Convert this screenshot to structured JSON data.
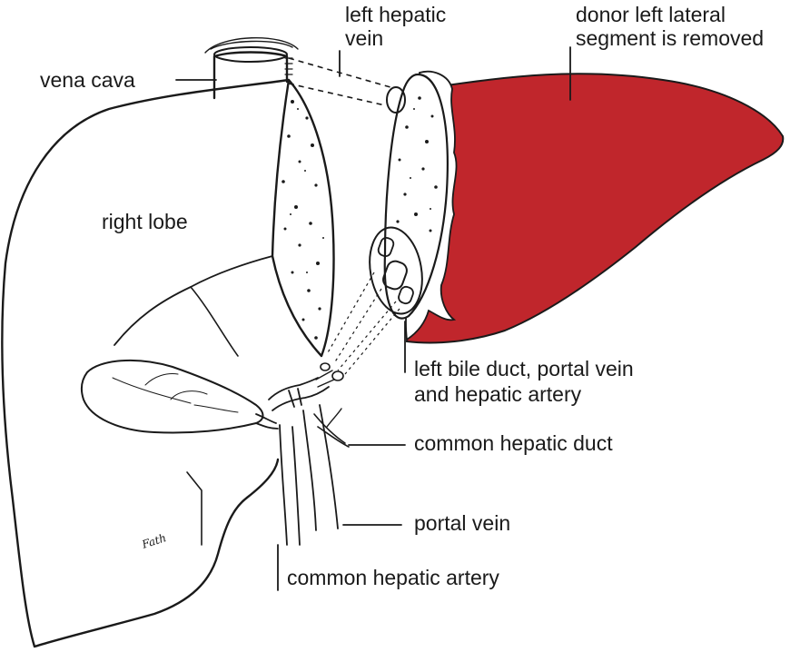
{
  "labels": {
    "vena_cava": "vena cava",
    "left_hepatic_vein_line1": "left hepatic",
    "left_hepatic_vein_line2": "vein",
    "donor_line1": "donor left lateral",
    "donor_line2": "segment is removed",
    "right_lobe": "right lobe",
    "left_bile_line1": "left bile duct, portal vein",
    "left_bile_line2": "and hepatic artery",
    "common_hepatic_duct": "common hepatic duct",
    "portal_vein": "portal vein",
    "common_hepatic_artery": "common hepatic artery",
    "signature": "Fath"
  },
  "colors": {
    "donor_segment": "#c0262c",
    "ink": "#1a1a1a"
  }
}
